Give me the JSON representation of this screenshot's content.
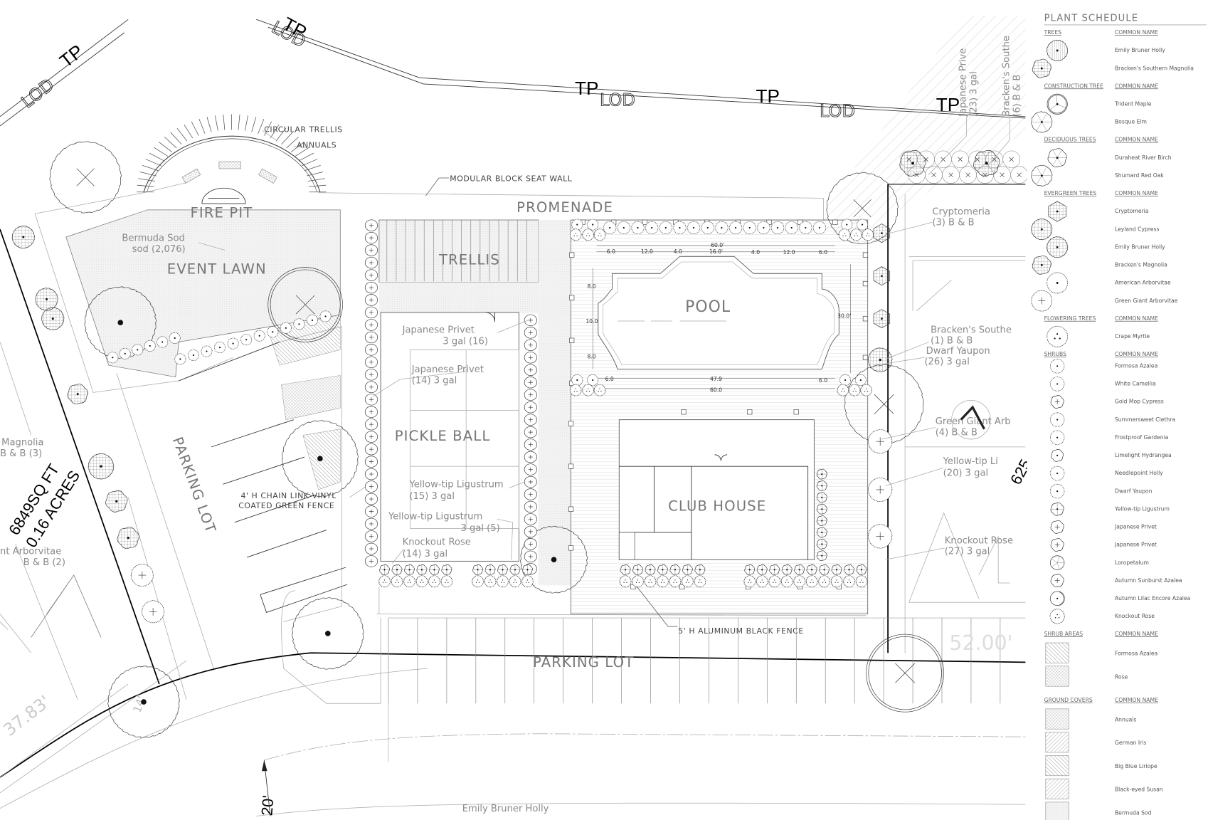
{
  "survey": {
    "tp": "TP",
    "lod": "LOD",
    "area_sqft": "6849SQ FT",
    "area_acres": "0.16 ACRES",
    "dim_52": "52.00'",
    "dim_3783": "37.83'",
    "dim_14": "14'",
    "dim_20": "20'",
    "dim_625": "625"
  },
  "areas": {
    "circular_trellis": "CIRCULAR TRELLIS",
    "annuals": "ANNUALS",
    "fire_pit": "FIRE PIT",
    "bermuda_sod": "Bermuda Sod",
    "sod_count": "sod (2,076)",
    "event_lawn": "EVENT LAWN",
    "seat_wall": "MODULAR BLOCK SEAT WALL",
    "promenade": "PROMENADE",
    "trellis": "TRELLIS",
    "pickle_ball": "PICKLE BALL",
    "chain_fence_1": "4' H CHAIN LINK VINYL",
    "chain_fence_2": "COATED GREEN FENCE",
    "parking_lot": "PARKING LOT",
    "pool": "POOL",
    "club_house": "CLUB HOUSE",
    "alu_fence": "5' H ALUMINUM BLACK FENCE"
  },
  "callouts": {
    "jp1_a": "Japanese Privet",
    "jp1_b": "3 gal (16)",
    "jp2_a": "Japanese Privet",
    "jp2_b": "(14) 3 gal",
    "yl1_a": "Yellow-tip Ligustrum",
    "yl1_b": "(15) 3 gal",
    "yl2_a": "Yellow-tip Ligustrum",
    "yl2_b": "3 gal (5)",
    "kr1_a": "Knockout Rose",
    "kr1_b": "(14) 3 gal",
    "mag_a": "Magnolia",
    "mag_b": "B & B (3)",
    "arb_a": "nt Arborvitae",
    "arb_b": "B & B (2)",
    "cry_a": "Cryptomeria",
    "cry_b": "(3) B & B",
    "bsm_a": "Bracken's Southe",
    "bsm_b": "(1) B & B",
    "dy_a": "Dwarf Yaupon",
    "dy_b": "(26) 3 gal",
    "gga_a": "Green Giant Arb",
    "gga_b": "(4) B & B",
    "yl3_a": "Yellow-tip Li",
    "yl3_b": "(20) 3 gal",
    "kr2_a": "Knockout Rose",
    "kr2_b": "(27) 3 gal",
    "vjp_a": "Japanese Prive",
    "vjp_b": "(23) 3 gal",
    "vbs_a": "Bracken's Southe",
    "vbs_b": "(6) B & B",
    "ebh": "Emily Bruner Holly"
  },
  "pool_dims": {
    "top_total": "60.0'",
    "t1": "6.0",
    "t2": "12.0",
    "t3": "4.0",
    "t4": "16.0'",
    "t5": "4.0",
    "t6": "12.0",
    "t7": "6.0",
    "l1": "8.0",
    "l2": "10.0",
    "l3": "8.0",
    "right": "30.0'",
    "b1": "6.0",
    "b2": "47.9",
    "b3": "6.0",
    "bottom_total": "60.0"
  },
  "schedule": {
    "title": "PLANT SCHEDULE",
    "common_name": "COMMON NAME",
    "groups": [
      {
        "name": "TREES",
        "items": [
          {
            "name": "Emily Bruner Holly",
            "sym": "hatch-v"
          },
          {
            "name": "Bracken's Southern Magnolia",
            "sym": "grid-lobed"
          }
        ]
      },
      {
        "name": "CONSTRUCTION TREE",
        "items": [
          {
            "name": "Trident Maple",
            "sym": "spoke-double"
          },
          {
            "name": "Bosque Elm",
            "sym": "spoke-scallop"
          }
        ]
      },
      {
        "name": "DECIDUOUS TREES",
        "items": [
          {
            "name": "Duraheat River Birch",
            "sym": "star"
          },
          {
            "name": "Shumard Red Oak",
            "sym": "star-scallop"
          }
        ]
      },
      {
        "name": "EVERGREEN TREES",
        "items": [
          {
            "name": "Cryptomeria",
            "sym": "hex-grid"
          },
          {
            "name": "Leyland Cypress",
            "sym": "grid-scallop"
          },
          {
            "name": "Emily Bruner Holly",
            "sym": "grid-scallop"
          },
          {
            "name": "Bracken's Magnolia",
            "sym": "grid-lobed"
          },
          {
            "name": "American Arborvitae",
            "sym": "scallop-dot"
          },
          {
            "name": "Green Giant Arborvitae",
            "sym": "scallop-plus"
          }
        ]
      },
      {
        "name": "FLOWERING TREES",
        "items": [
          {
            "name": "Crape Myrtle",
            "sym": "scallop-tri"
          }
        ]
      },
      {
        "name": "SHRUBS",
        "items": [
          {
            "name": "Formosa Azalea",
            "sym": "s-dot"
          },
          {
            "name": "White Camellia",
            "sym": "s-dot"
          },
          {
            "name": "Gold Mop Cypress",
            "sym": "s-plus"
          },
          {
            "name": "Summersweet Clethra",
            "sym": "s-dot"
          },
          {
            "name": "Frostproof Gardenia",
            "sym": "s-dot"
          },
          {
            "name": "Limelight Hydrangea",
            "sym": "s-flower"
          },
          {
            "name": "Needlepoint Holly",
            "sym": "s-dot"
          },
          {
            "name": "Dwarf Yaupon",
            "sym": "s-dot"
          },
          {
            "name": "Yellow-tip Ligustrum",
            "sym": "s-grid"
          },
          {
            "name": "Japanese Privet",
            "sym": "s-plus"
          },
          {
            "name": "Japanese Privet",
            "sym": "s-plus"
          },
          {
            "name": "Loropetalum",
            "sym": "s-star"
          },
          {
            "name": "Autumn Sunburst Azalea",
            "sym": "s-plus"
          },
          {
            "name": "Autumn Lilac Encore Azalea",
            "sym": "s-shade"
          },
          {
            "name": "Knockout Rose",
            "sym": "s-tri"
          }
        ]
      },
      {
        "name": "SHRUB AREAS",
        "items": [
          {
            "name": "Formosa Azalea",
            "sym": "area-diag"
          },
          {
            "name": "Rose",
            "sym": "area-cross"
          }
        ]
      },
      {
        "name": "GROUND COVERS",
        "items": [
          {
            "name": "Annuals",
            "sym": "area-cross"
          },
          {
            "name": "German Iris",
            "sym": "area-fwd"
          },
          {
            "name": "Big Blue Liriope",
            "sym": "area-diag"
          },
          {
            "name": "Black-eyed Susan",
            "sym": "area-fwd"
          },
          {
            "name": "Bermuda Sod",
            "sym": "area-dots"
          }
        ]
      }
    ]
  }
}
